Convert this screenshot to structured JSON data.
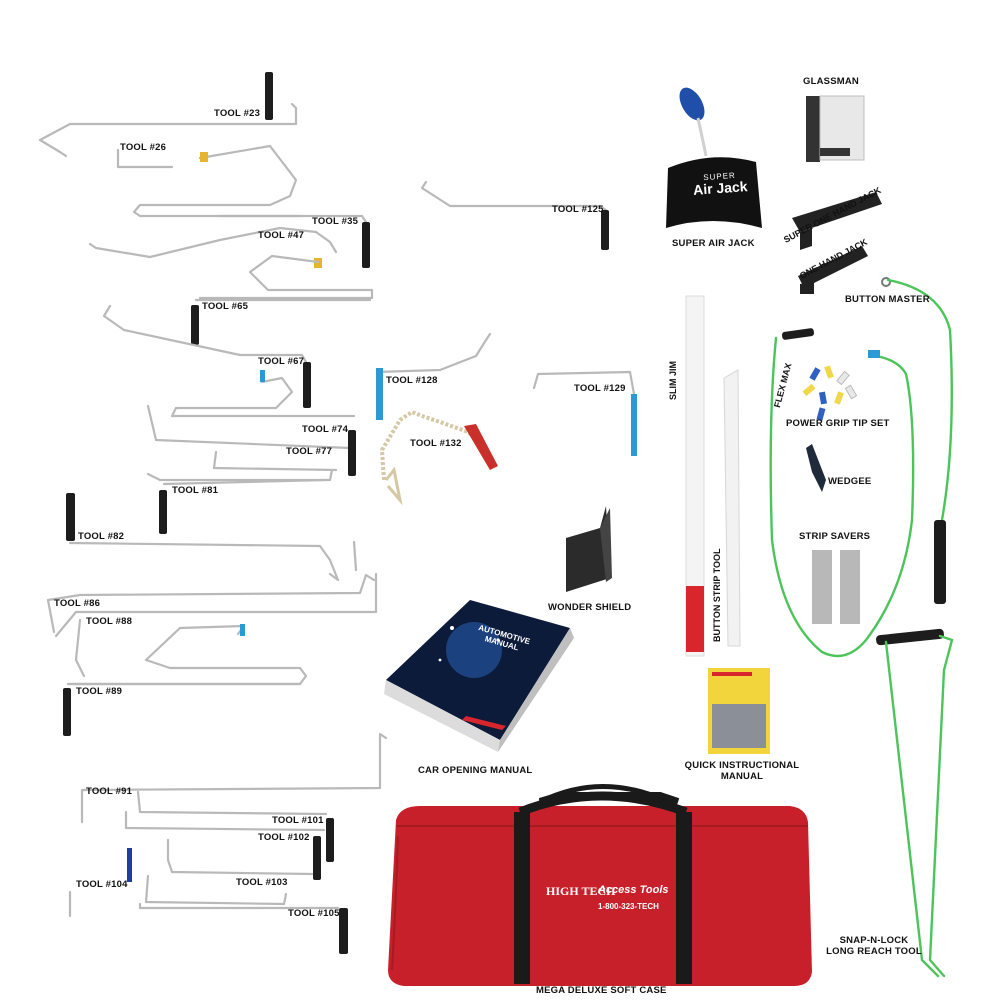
{
  "colors": {
    "background": "#ffffff",
    "wire": "#b9b9b9",
    "handle": "#1d1d1d",
    "case_red": "#c8202a",
    "air_jack_blue": "#1f4fa8",
    "green_wire": "#4cc45a",
    "tool_blue": "#2a9ad6",
    "tool_red": "#c9302c"
  },
  "tool_labels": {
    "t23": "TOOL #23",
    "t26": "TOOL #26",
    "t35": "TOOL #35",
    "t47": "TOOL #47",
    "t65": "TOOL #65",
    "t67": "TOOL #67",
    "t74": "TOOL #74",
    "t77": "TOOL #77",
    "t81": "TOOL #81",
    "t82": "TOOL #82",
    "t86": "TOOL #86",
    "t88": "TOOL #88",
    "t89": "TOOL #89",
    "t91": "TOOL #91",
    "t101": "TOOL #101",
    "t102": "TOOL #102",
    "t103": "TOOL #103",
    "t104": "TOOL #104",
    "t105": "TOOL #105",
    "t125": "TOOL #125",
    "t128": "TOOL #128",
    "t129": "TOOL #129",
    "t132": "TOOL #132"
  },
  "product_labels": {
    "glassman": "GLASSMAN",
    "super_air_jack": "SUPER AIR JACK",
    "super_one_hand_jack": "SUPER ONE HAND JACK",
    "one_hand_jack": "ONE HAND JACK",
    "button_master": "BUTTON MASTER",
    "slim_jim": "SLIM JIM",
    "flex_max": "FLEX MAX",
    "power_grip_tip_set": "POWER GRIP TIP SET",
    "wedgee": "WEDGEE",
    "strip_savers": "STRIP SAVERS",
    "button_strip_tool": "BUTTON STRIP TOOL",
    "wonder_shield": "WONDER SHIELD",
    "car_opening_manual": "CAR OPENING MANUAL",
    "quick_instructional_manual_line1": "QUICK INSTRUCTIONAL",
    "quick_instructional_manual_line2": "MANUAL",
    "snap_n_lock_line1": "SNAP-N-LOCK",
    "snap_n_lock_line2": "LONG REACH TOOL",
    "mega_deluxe_soft_case": "MEGA DELUXE SOFT CASE"
  },
  "printed_text": {
    "air_jack_super": "SUPER",
    "air_jack_name": "Air Jack",
    "manual_cover": "AUTOMOTIVE MANUAL",
    "case_brand_left": "HIGH TECH",
    "case_brand_right": "Access Tools",
    "case_phone": "1-800-323-TECH"
  }
}
